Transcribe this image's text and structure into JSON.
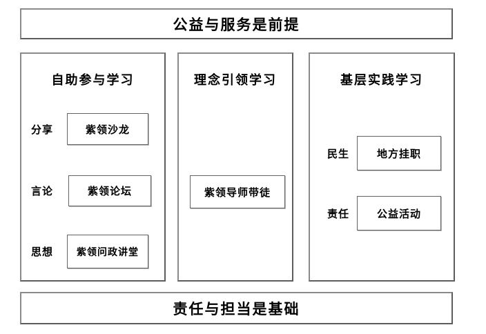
{
  "diagram": {
    "top_banner": "公益与服务是前提",
    "bottom_banner": "责任与担当是基础",
    "columns": [
      {
        "title": "自助参与学习",
        "rows": [
          {
            "label": "分享",
            "box": "紫领沙龙"
          },
          {
            "label": "言论",
            "box": "紫领论坛"
          },
          {
            "label": "思想",
            "box": "紫领问政讲堂"
          }
        ]
      },
      {
        "title": "理念引领学习",
        "rows": [
          {
            "label": "",
            "box": "紫领导师带徒"
          }
        ]
      },
      {
        "title": "基层实践学习",
        "rows": [
          {
            "label": "民生",
            "box": "地方挂职"
          },
          {
            "label": "责任",
            "box": "公益活动"
          }
        ]
      }
    ],
    "colors": {
      "border": "#7d7d7d",
      "border_shadow": "#5c5c5c",
      "text": "#000000",
      "background": "#ffffff"
    }
  }
}
